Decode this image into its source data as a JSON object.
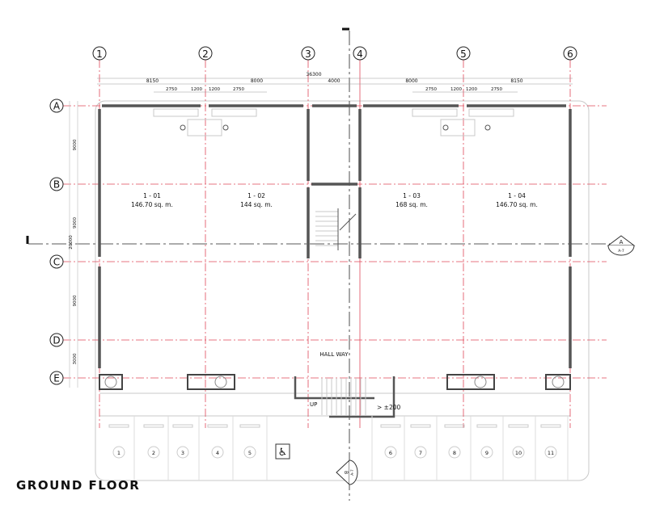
{
  "drawing_title": "GROUND FLOOR",
  "grid_columns": [
    "1",
    "2",
    "3",
    "4",
    "5",
    "6"
  ],
  "grid_rows": [
    "A",
    "B",
    "C",
    "D",
    "E"
  ],
  "dimensions": {
    "overall_width": "36300",
    "top_bays": [
      "8150",
      "8000",
      "4000",
      "8000",
      "8150"
    ],
    "sub_dims": [
      "2750",
      "1200",
      "1200",
      "2750",
      "2750",
      "1200",
      "1200",
      "2750"
    ],
    "left_bays": [
      "9000",
      "9000",
      "9000",
      "3000"
    ],
    "left_overall": "20000"
  },
  "units": [
    {
      "name": "1 - 01",
      "area": "146.70 sq. m."
    },
    {
      "name": "1 - 02",
      "area": "144 sq. m."
    },
    {
      "name": "1 - 03",
      "area": "168 sq. m."
    },
    {
      "name": "1 - 04",
      "area": "146.70 sq. m."
    }
  ],
  "hallway_label": "HALL WAY",
  "ramp_label": "UP",
  "level_label": "±200",
  "section_marker_right": {
    "letter": "A",
    "sheet": "A-7"
  },
  "section_marker_bottom": {
    "letter": "B",
    "sheet": "A-7"
  },
  "parking_numbers": [
    "1",
    "2",
    "3",
    "4",
    "5",
    "6",
    "7",
    "8",
    "9",
    "10",
    "11"
  ],
  "accessible_parking_icon": "wheelchair-icon",
  "colors": {
    "gridline": "#e0485a",
    "wall": "#555555",
    "line": "#222222",
    "light": "#c8c8c8"
  }
}
